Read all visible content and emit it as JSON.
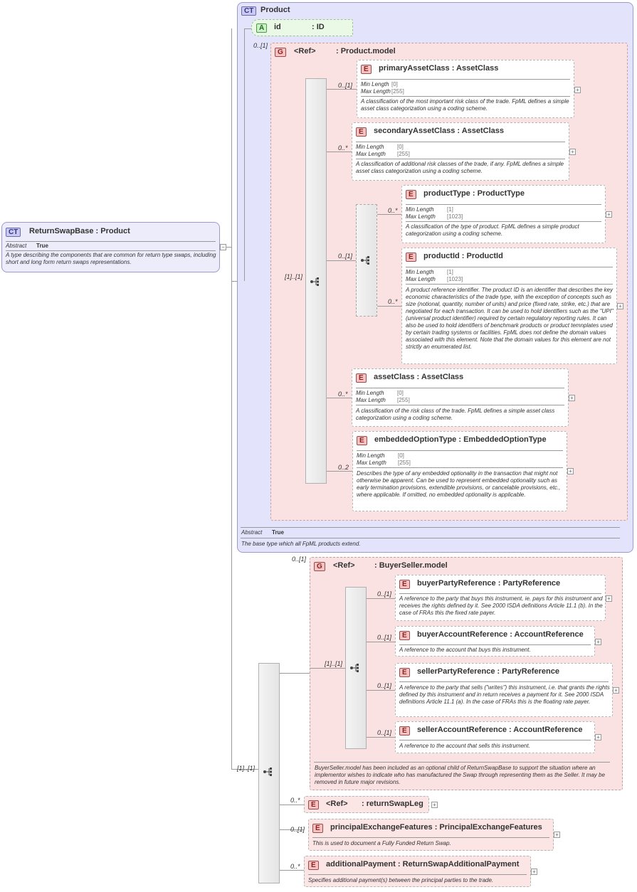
{
  "root": {
    "badge": "CT",
    "title": "ReturnSwapBase : Product",
    "abstract_label": "Abstract",
    "abstract_value": "True",
    "description": "A type describing the components that are common for return type swaps, including short and long form return swaps representations."
  },
  "product": {
    "badge": "CT",
    "title": "Product",
    "attr_badge": "A",
    "attr_name": "id",
    "attr_type": ": ID",
    "attr_card": "0..[1]",
    "group_badge": "G",
    "group_ref": "<Ref>",
    "group_name": ": Product.model",
    "seq_card": "[1]..[1]",
    "choice_card": "0..[1]",
    "abstract_label": "Abstract",
    "abstract_value": "True",
    "description": "The base type which all FpML products extend.",
    "elements": [
      {
        "badge": "E",
        "title": "primaryAssetClass : AssetClass",
        "card": "0..[1]",
        "min_label": "Min Length",
        "min": "[0]",
        "max_label": "Max Length",
        "max": "[255]",
        "desc": "A classification of the most important risk class of the trade. FpML defines a simple asset class categorization using a coding scheme."
      },
      {
        "badge": "E",
        "title": "secondaryAssetClass : AssetClass",
        "card": "0..*",
        "min_label": "Min Length",
        "min": "[0]",
        "max_label": "Max Length",
        "max": "[255]",
        "desc": "A classification of additional risk classes of the trade, if any. FpML defines a simple asset class categorization using a coding scheme."
      },
      {
        "badge": "E",
        "title": "productType : ProductType",
        "card": "0..*",
        "min_label": "Min Length",
        "min": "[1]",
        "max_label": "Max Length",
        "max": "[1023]",
        "desc": "A classification of the type of product. FpML defines a simple product categorization using a coding scheme."
      },
      {
        "badge": "E",
        "title": "productId : ProductId",
        "card": "0..*",
        "min_label": "Min Length",
        "min": "[1]",
        "max_label": "Max Length",
        "max": "[1023]",
        "desc": "A product reference identifier. The product ID is an identifier that describes the key economic characteristics of the trade type, with the exception of concepts such as size (notional, quantity, number of units) and price (fixed rate, strike, etc.) that are negotiated for each transaction. It can be used to hold identifiers such as the \"UPI\" (universal product identifier) required by certain regulatory reporting rules. It can also be used to hold identifiers of benchmark products or product temnplates used by certain trading systems or facilities. FpML does not define the domain values associated with this element. Note that the domain values for this element are not strictly an enumerated list."
      },
      {
        "badge": "E",
        "title": "assetClass : AssetClass",
        "card": "0..*",
        "min_label": "Min Length",
        "min": "[0]",
        "max_label": "Max Length",
        "max": "[255]",
        "desc": "A classification of the risk class of the trade. FpML defines a simple asset class categorization using a coding scheme."
      },
      {
        "badge": "E",
        "title": "embeddedOptionType : EmbeddedOptionType",
        "card": "0..2",
        "min_label": "Min Length",
        "min": "[0]",
        "max_label": "Max Length",
        "max": "[255]",
        "desc": "Describes the type of any embedded optionality in the transaction that might not otherwise be apparent. Can be used to represent embedded optionality such as early termination provisions, extendible provisions, or cancelable provisions, etc., where applicable. If omitted, no embedded optionality is applicable."
      }
    ]
  },
  "main_seq_card": "[1]..[1]",
  "buyer_seller": {
    "badge": "G",
    "ref": "<Ref>",
    "name": ": BuyerSeller.model",
    "card": "0..[1]",
    "seq_card": "[1]..[1]",
    "description": "BuyerSeller.model has been included as an optional child of ReturnSwapBase to support the situation where an implementor wishes to indicate who has manufactured the Swap through representing them as the Seller. It may be removed in future major revisions.",
    "elements": [
      {
        "badge": "E",
        "title": "buyerPartyReference : PartyReference",
        "card": "0..[1]",
        "desc": "A reference to the party that buys this instrument, ie. pays for this instrument and receives the rights defined by it. See 2000 ISDA definitions Article 11.1 (b). In the case of FRAs this the fixed rate payer."
      },
      {
        "badge": "E",
        "title": "buyerAccountReference : AccountReference",
        "card": "0..[1]",
        "desc": "A reference to the account that buys this instrument."
      },
      {
        "badge": "E",
        "title": "sellerPartyReference : PartyReference",
        "card": "0..[1]",
        "desc": "A reference to the party that sells (\"writes\") this instrument, i.e. that grants the rights defined by this instrument and in return receives a payment for it. See 2000 ISDA definitions Article 11.1 (a). In the case of FRAs this is the floating rate payer."
      },
      {
        "badge": "E",
        "title": "sellerAccountReference : AccountReference",
        "card": "0..[1]",
        "desc": "A reference to the account that sells this instrument."
      }
    ]
  },
  "return_swap_leg": {
    "badge": "E",
    "ref": "<Ref>",
    "name": ": returnSwapLeg",
    "card": "0..*"
  },
  "principal_exchange": {
    "badge": "E",
    "title": "principalExchangeFeatures : PrincipalExchangeFeatures",
    "card": "0..[1]",
    "desc": "This is used to document a Fully Funded Return Swap."
  },
  "additional_payment": {
    "badge": "E",
    "title": "additionalPayment : ReturnSwapAdditionalPayment",
    "card": "0..*",
    "desc": "Specifies additional payment(s) between the principal parties to the trade."
  }
}
